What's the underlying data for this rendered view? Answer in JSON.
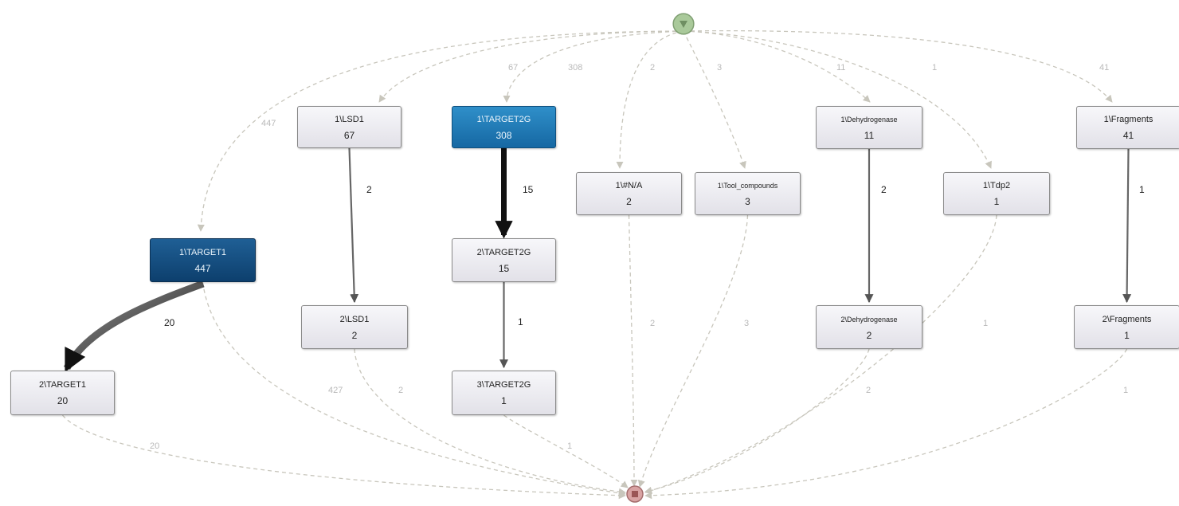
{
  "nodes": [
    {
      "id": "source",
      "kind": "source-icon"
    },
    {
      "id": "sink",
      "kind": "sink-icon"
    },
    {
      "id": "lsd1_1",
      "label": "1\\LSD1",
      "count": "67"
    },
    {
      "id": "target2g_1",
      "label": "1\\TARGET2G",
      "count": "308",
      "highlight": "light"
    },
    {
      "id": "na_1",
      "label": "1\\#N/A",
      "count": "2"
    },
    {
      "id": "tool_1",
      "label": "1\\Tool_compounds",
      "count": "3"
    },
    {
      "id": "dehyd_1",
      "label": "1\\Dehydrogenase",
      "count": "11"
    },
    {
      "id": "tdp2_1",
      "label": "1\\Tdp2",
      "count": "1"
    },
    {
      "id": "frag_1",
      "label": "1\\Fragments",
      "count": "41"
    },
    {
      "id": "target1_1",
      "label": "1\\TARGET1",
      "count": "447",
      "highlight": "dark"
    },
    {
      "id": "target2g_2",
      "label": "2\\TARGET2G",
      "count": "15"
    },
    {
      "id": "lsd1_2",
      "label": "2\\LSD1",
      "count": "2"
    },
    {
      "id": "dehyd_2",
      "label": "2\\Dehydrogenase",
      "count": "2"
    },
    {
      "id": "frag_2",
      "label": "2\\Fragments",
      "count": "1"
    },
    {
      "id": "target1_2",
      "label": "2\\TARGET1",
      "count": "20"
    },
    {
      "id": "target2g_3",
      "label": "3\\TARGET2G",
      "count": "1"
    }
  ],
  "edges": [
    {
      "from": "source",
      "to": "target1_1",
      "label": "447",
      "style": "dashed"
    },
    {
      "from": "source",
      "to": "lsd1_1",
      "label": "67",
      "style": "dashed"
    },
    {
      "from": "source",
      "to": "target2g_1",
      "label": "308",
      "style": "dashed"
    },
    {
      "from": "source",
      "to": "na_1",
      "label": "2",
      "style": "dashed"
    },
    {
      "from": "source",
      "to": "tool_1",
      "label": "3",
      "style": "dashed"
    },
    {
      "from": "source",
      "to": "dehyd_1",
      "label": "11",
      "style": "dashed"
    },
    {
      "from": "source",
      "to": "tdp2_1",
      "label": "1",
      "style": "dashed"
    },
    {
      "from": "source",
      "to": "frag_1",
      "label": "41",
      "style": "dashed"
    },
    {
      "from": "lsd1_1",
      "to": "lsd1_2",
      "label": "2",
      "style": "solid"
    },
    {
      "from": "target2g_1",
      "to": "target2g_2",
      "label": "15",
      "style": "solid"
    },
    {
      "from": "target2g_2",
      "to": "target2g_3",
      "label": "1",
      "style": "solid"
    },
    {
      "from": "dehyd_1",
      "to": "dehyd_2",
      "label": "2",
      "style": "solid"
    },
    {
      "from": "frag_1",
      "to": "frag_2",
      "label": "1",
      "style": "solid"
    },
    {
      "from": "target1_1",
      "to": "target1_2",
      "label": "20",
      "style": "solid"
    },
    {
      "from": "target1_1",
      "to": "sink",
      "label": "427",
      "style": "dashed"
    },
    {
      "from": "target1_2",
      "to": "sink",
      "label": "20",
      "style": "dashed"
    },
    {
      "from": "lsd1_2",
      "to": "sink",
      "label": "2",
      "style": "dashed"
    },
    {
      "from": "target2g_3",
      "to": "sink",
      "label": "1",
      "style": "dashed"
    },
    {
      "from": "na_1",
      "to": "sink",
      "label": "2",
      "style": "dashed"
    },
    {
      "from": "tool_1",
      "to": "sink",
      "label": "3",
      "style": "dashed"
    },
    {
      "from": "dehyd_2",
      "to": "sink",
      "label": "2",
      "style": "dashed"
    },
    {
      "from": "tdp2_1",
      "to": "sink",
      "label": "1",
      "style": "dashed"
    },
    {
      "from": "frag_2",
      "to": "sink",
      "label": "1",
      "style": "dashed"
    }
  ],
  "colors": {
    "dashed_edge": "#c8c6bc",
    "source_fill": "#a9c99a",
    "sink_fill": "#d9a3a3",
    "highlight_light": "#1d7bb8",
    "highlight_dark": "#0f4a80"
  }
}
